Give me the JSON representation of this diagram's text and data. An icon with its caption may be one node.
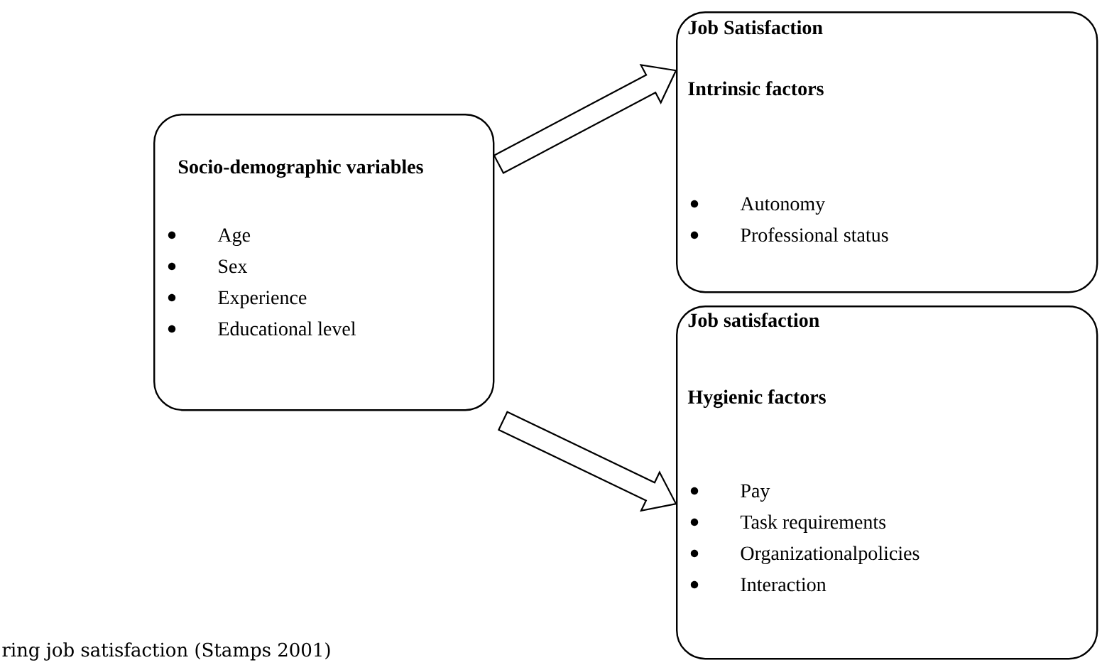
{
  "diagram": {
    "caption": "ring job satisfaction (Stamps 2001)",
    "nodes": [
      {
        "text": [
          "Socio-demographic variables",
          "Age",
          "Sex",
          "Experience",
          "Educational level"
        ]
      },
      {
        "text": [
          "Job Satisfaction",
          "Intrinsic factors",
          "Autonomy",
          "Professional status"
        ]
      },
      {
        "text": [
          "Job satisfaction",
          "Hygienic factors",
          "Pay",
          "Task requirements",
          "Organizationalpolicies",
          "Interaction"
        ]
      }
    ],
    "edges": [
      {
        "from": 0,
        "to": 1,
        "arrow": "to"
      },
      {
        "from": 0,
        "to": 2,
        "arrow": "to"
      }
    ]
  }
}
